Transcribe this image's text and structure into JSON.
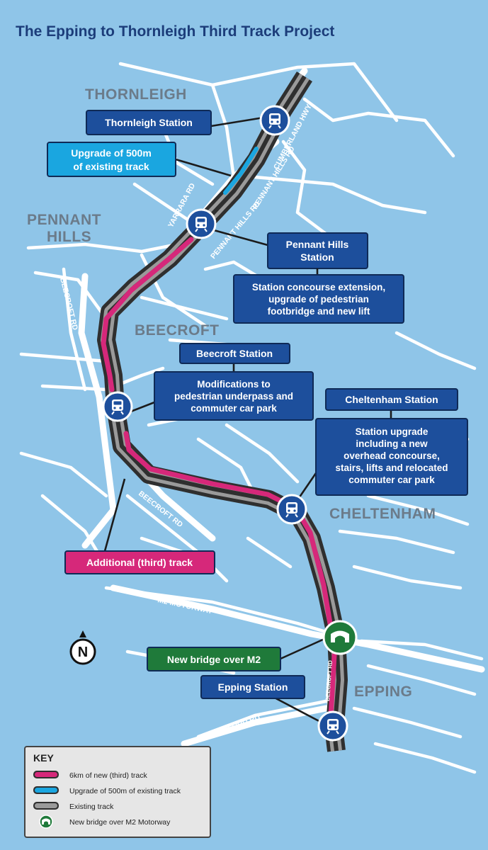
{
  "title": "The Epping to Thornleigh Third Track Project",
  "suburbs": {
    "thornleigh": "THORNLEIGH",
    "pennant_hills_line1": "PENNANT",
    "pennant_hills_line2": "HILLS",
    "beecroft": "BEECROFT",
    "cheltenham": "CHELTENHAM",
    "epping": "EPPING"
  },
  "roads": {
    "cumberland_hwy": "CUMBERLAND HWY",
    "yarrara_rd": "YARRARA RD",
    "pennant_hills_rd_top": "PENNANT HILLS RD",
    "pennant_hills_rd_lower": "PENNANT HILLS RD",
    "beecroft_rd_left": "BEECROFT RD",
    "beecroft_rd_lower": "BEECROFT RD",
    "m2_motorway": "M2 MOTORWAY",
    "carlingford_rd": "CARLINGFORD RD",
    "beecroft_rd_epping": "BEECROFT RD"
  },
  "callouts": {
    "thornleigh_station": "Thornleigh Station",
    "upgrade_500m_line1": "Upgrade of 500m",
    "upgrade_500m_line2": "of existing track",
    "pennant_hills_station_line1": "Pennant Hills",
    "pennant_hills_station_line2": "Station",
    "pennant_hills_works_line1": "Station concourse extension,",
    "pennant_hills_works_line2": "upgrade of pedestrian",
    "pennant_hills_works_line3": "footbridge and new lift",
    "beecroft_station": "Beecroft Station",
    "beecroft_works_line1": "Modifications to",
    "beecroft_works_line2": "pedestrian underpass and",
    "beecroft_works_line3": "commuter car park",
    "cheltenham_station": "Cheltenham Station",
    "cheltenham_works_line1": "Station upgrade",
    "cheltenham_works_line2": "including a new",
    "cheltenham_works_line3": "overhead concourse,",
    "cheltenham_works_line4": "stairs, lifts and relocated",
    "cheltenham_works_line5": "commuter car park",
    "additional_track": "Additional (third) track",
    "new_bridge": "New bridge over M2",
    "epping_station": "Epping Station"
  },
  "north_arrow": "N",
  "key": {
    "title": "KEY",
    "items": [
      {
        "label": "6km of new (third) track",
        "color": "#d6287a"
      },
      {
        "label": "Upgrade of 500m of existing track",
        "color": "#1aa6e0"
      },
      {
        "label": "Existing track",
        "color": "#3b3b3b"
      },
      {
        "label": "New bridge over M2 Motorway",
        "color": "#1f7a3a"
      }
    ]
  },
  "colors": {
    "background": "#8fc5e8",
    "roads": "#ffffff",
    "callout_dark": "#1d4f9c",
    "callout_light": "#1aa6e0",
    "callout_green": "#1f7a3a",
    "new_track": "#d6287a",
    "upgrade_track": "#1aa6e0",
    "existing_track": "#3b3b3b"
  },
  "icons": [
    "train-icon",
    "bridge-icon",
    "north-arrow-icon"
  ]
}
